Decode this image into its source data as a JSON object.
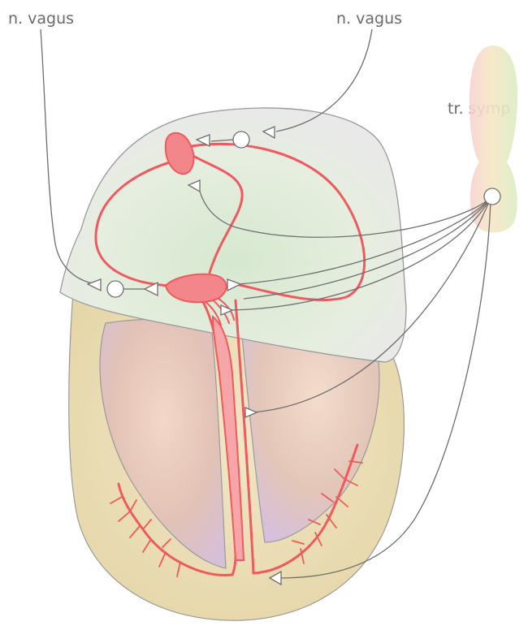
{
  "labels": {
    "vagus_left": "n. vagus",
    "vagus_right": "n. vagus",
    "sympathetic": "tr. symp"
  },
  "colors": {
    "conduction": "#f0595d",
    "node_fill": "#f3868a",
    "atria_fill": "#e4edd9",
    "atria_outline": "#9a9a9a",
    "ventricle_wall": "#eadcb4",
    "chamber_fill": "#e8c9bb",
    "nerve": "#6f6f6f",
    "label": "#6a6a6a"
  }
}
